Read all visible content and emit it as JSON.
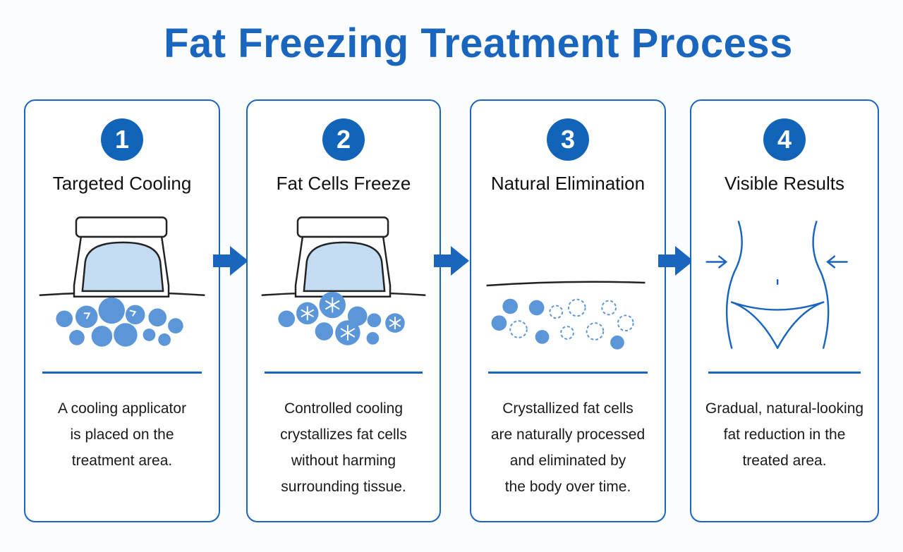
{
  "title": "Fat Freezing Treatment Process",
  "colors": {
    "accent": "#1a66be",
    "cell": "#5b96d8",
    "cool": "#c3dcf2"
  },
  "steps": [
    {
      "number": "1",
      "title": "Targeted Cooling",
      "illustration": "cooling-applicator-over-fat-cells",
      "description": [
        "A cooling applicator",
        "is placed on the",
        "treatment area."
      ]
    },
    {
      "number": "2",
      "title": "Fat Cells Freeze",
      "illustration": "frozen-fat-cells-with-snowflakes",
      "description": [
        "Controlled cooling",
        "crystallizes fat cells",
        "without harming",
        "surrounding tissue."
      ]
    },
    {
      "number": "3",
      "title": "Natural Elimination",
      "illustration": "fading-fat-cells",
      "description": [
        "Crystallized fat cells",
        "are naturally processed",
        "and eliminated by",
        "the body over time."
      ]
    },
    {
      "number": "4",
      "title": "Visible Results",
      "illustration": "slimmer-waist-outline",
      "description": [
        "Gradual, natural-looking",
        "fat reduction in the",
        "treated area."
      ]
    }
  ]
}
